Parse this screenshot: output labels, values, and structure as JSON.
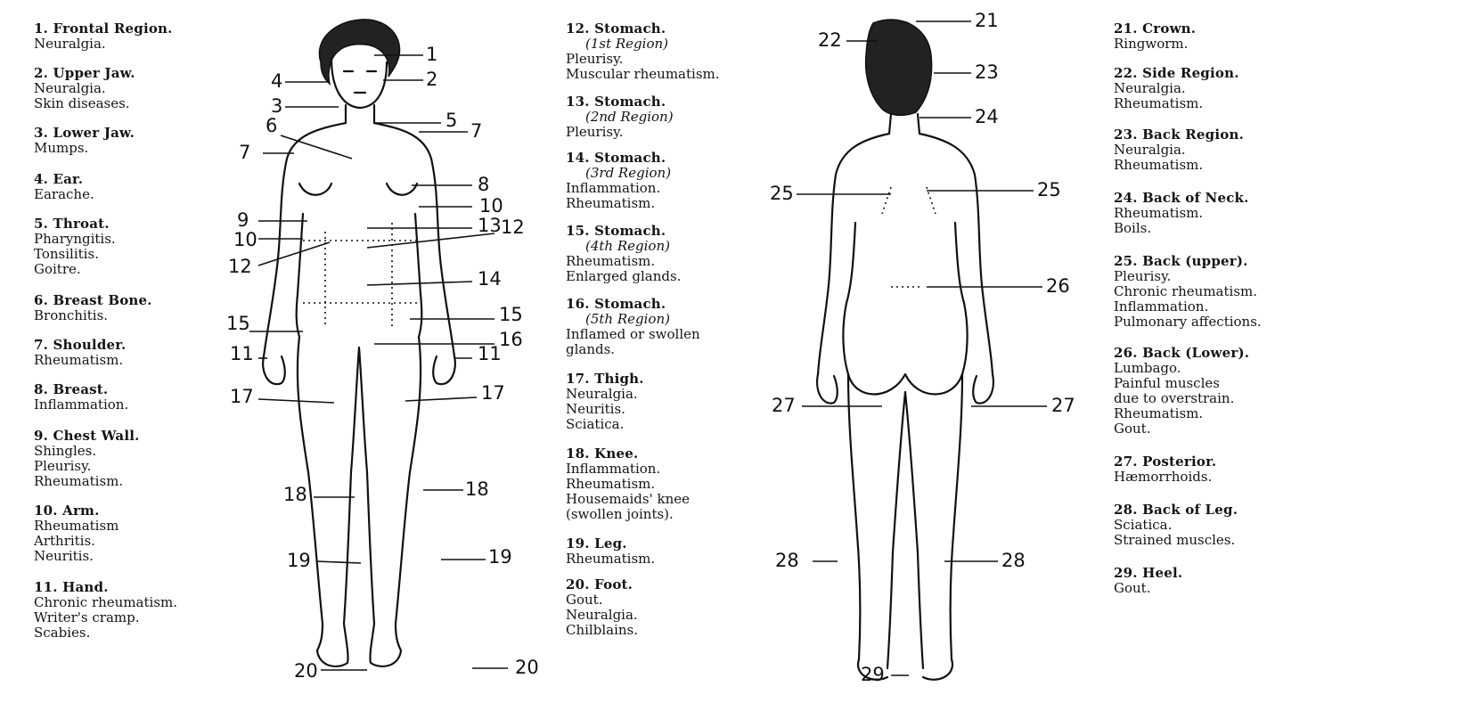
{
  "legend_front": [
    {
      "head": "1. Frontal Region.",
      "lines": [
        "Neuralgia."
      ]
    },
    {
      "head": "2. Upper Jaw.",
      "lines": [
        "Neuralgia.",
        "Skin diseases."
      ]
    },
    {
      "head": "3. Lower Jaw.",
      "lines": [
        "Mumps."
      ]
    },
    {
      "head": "4. Ear.",
      "lines": [
        "Earache."
      ]
    },
    {
      "head": "5. Throat.",
      "lines": [
        "Pharyngitis.",
        "Tonsilitis.",
        "Goitre."
      ]
    },
    {
      "head": "6. Breast Bone.",
      "lines": [
        "Bronchitis."
      ]
    },
    {
      "head": "7. Shoulder.",
      "lines": [
        "Rheumatism."
      ]
    },
    {
      "head": "8. Breast.",
      "lines": [
        "Inflammation."
      ]
    },
    {
      "head": "9. Chest Wall.",
      "lines": [
        "Shingles.",
        "Pleurisy.",
        "Rheumatism."
      ]
    },
    {
      "head": "10. Arm.",
      "lines": [
        "Rheumatism",
        "Arthritis.",
        "Neuritis."
      ]
    },
    {
      "head": "11. Hand.",
      "lines": [
        "Chronic rheumatism.",
        "Writer's cramp.",
        "Scabies."
      ]
    }
  ],
  "legend_middle": [
    {
      "head": "12. Stomach.",
      "sub": "(1st Region)",
      "lines": [
        "Pleurisy.",
        "Muscular rheumatism."
      ]
    },
    {
      "head": "13. Stomach.",
      "sub": "(2nd Region)",
      "lines": [
        "Pleurisy."
      ]
    },
    {
      "head": "14. Stomach.",
      "sub": "(3rd Region)",
      "lines": [
        "Inflammation.",
        "Rheumatism."
      ]
    },
    {
      "head": "15. Stomach.",
      "sub": "(4th Region)",
      "lines": [
        "Rheumatism.",
        "Enlarged glands."
      ]
    },
    {
      "head": "16. Stomach.",
      "sub": "(5th Region)",
      "lines": [
        "Inflamed or swollen",
        "glands."
      ]
    },
    {
      "head": "17. Thigh.",
      "lines": [
        "Neuralgia.",
        "Neuritis.",
        "Sciatica."
      ]
    },
    {
      "head": "18. Knee.",
      "lines": [
        "Inflammation.",
        "Rheumatism.",
        "Housemaids' knee",
        "(swollen joints)."
      ]
    },
    {
      "head": "19. Leg.",
      "lines": [
        "Rheumatism."
      ]
    },
    {
      "head": "20. Foot.",
      "lines": [
        "Gout.",
        "Neuralgia.",
        "Chilblains."
      ]
    }
  ],
  "legend_back": [
    {
      "head": "21. Crown.",
      "lines": [
        "Ringworm."
      ]
    },
    {
      "head": "22. Side Region.",
      "lines": [
        "Neuralgia.",
        "Rheumatism."
      ]
    },
    {
      "head": "23. Back Region.",
      "lines": [
        "Neuralgia.",
        "Rheumatism."
      ]
    },
    {
      "head": "24. Back of Neck.",
      "lines": [
        "Rheumatism.",
        "Boils."
      ]
    },
    {
      "head": "25. Back (upper).",
      "lines": [
        "Pleurisy.",
        "Chronic rheumatism.",
        "Inflammation.",
        "Pulmonary affections."
      ]
    },
    {
      "head": "26. Back (Lower).",
      "lines": [
        "Lumbago.",
        "Painful muscles",
        "due to overstrain.",
        "Rheumatism.",
        "Gout."
      ]
    },
    {
      "head": "27. Posterior.",
      "lines": [
        "Hæmorrhoids."
      ]
    },
    {
      "head": "28. Back of Leg.",
      "lines": [
        "Sciatica.",
        "Strained muscles."
      ]
    },
    {
      "head": "29. Heel.",
      "lines": [
        "Gout."
      ]
    }
  ],
  "front_numbers": [
    "1",
    "2",
    "3",
    "4",
    "5",
    "6",
    "7",
    "7",
    "8",
    "9",
    "10",
    "10",
    "11",
    "11",
    "12",
    "12",
    "13",
    "14",
    "15",
    "15",
    "16",
    "17",
    "17",
    "18",
    "18",
    "19",
    "19",
    "20",
    "20"
  ],
  "back_numbers": [
    "21",
    "22",
    "23",
    "24",
    "25",
    "25",
    "26",
    "27",
    "27",
    "28",
    "28",
    "29"
  ]
}
